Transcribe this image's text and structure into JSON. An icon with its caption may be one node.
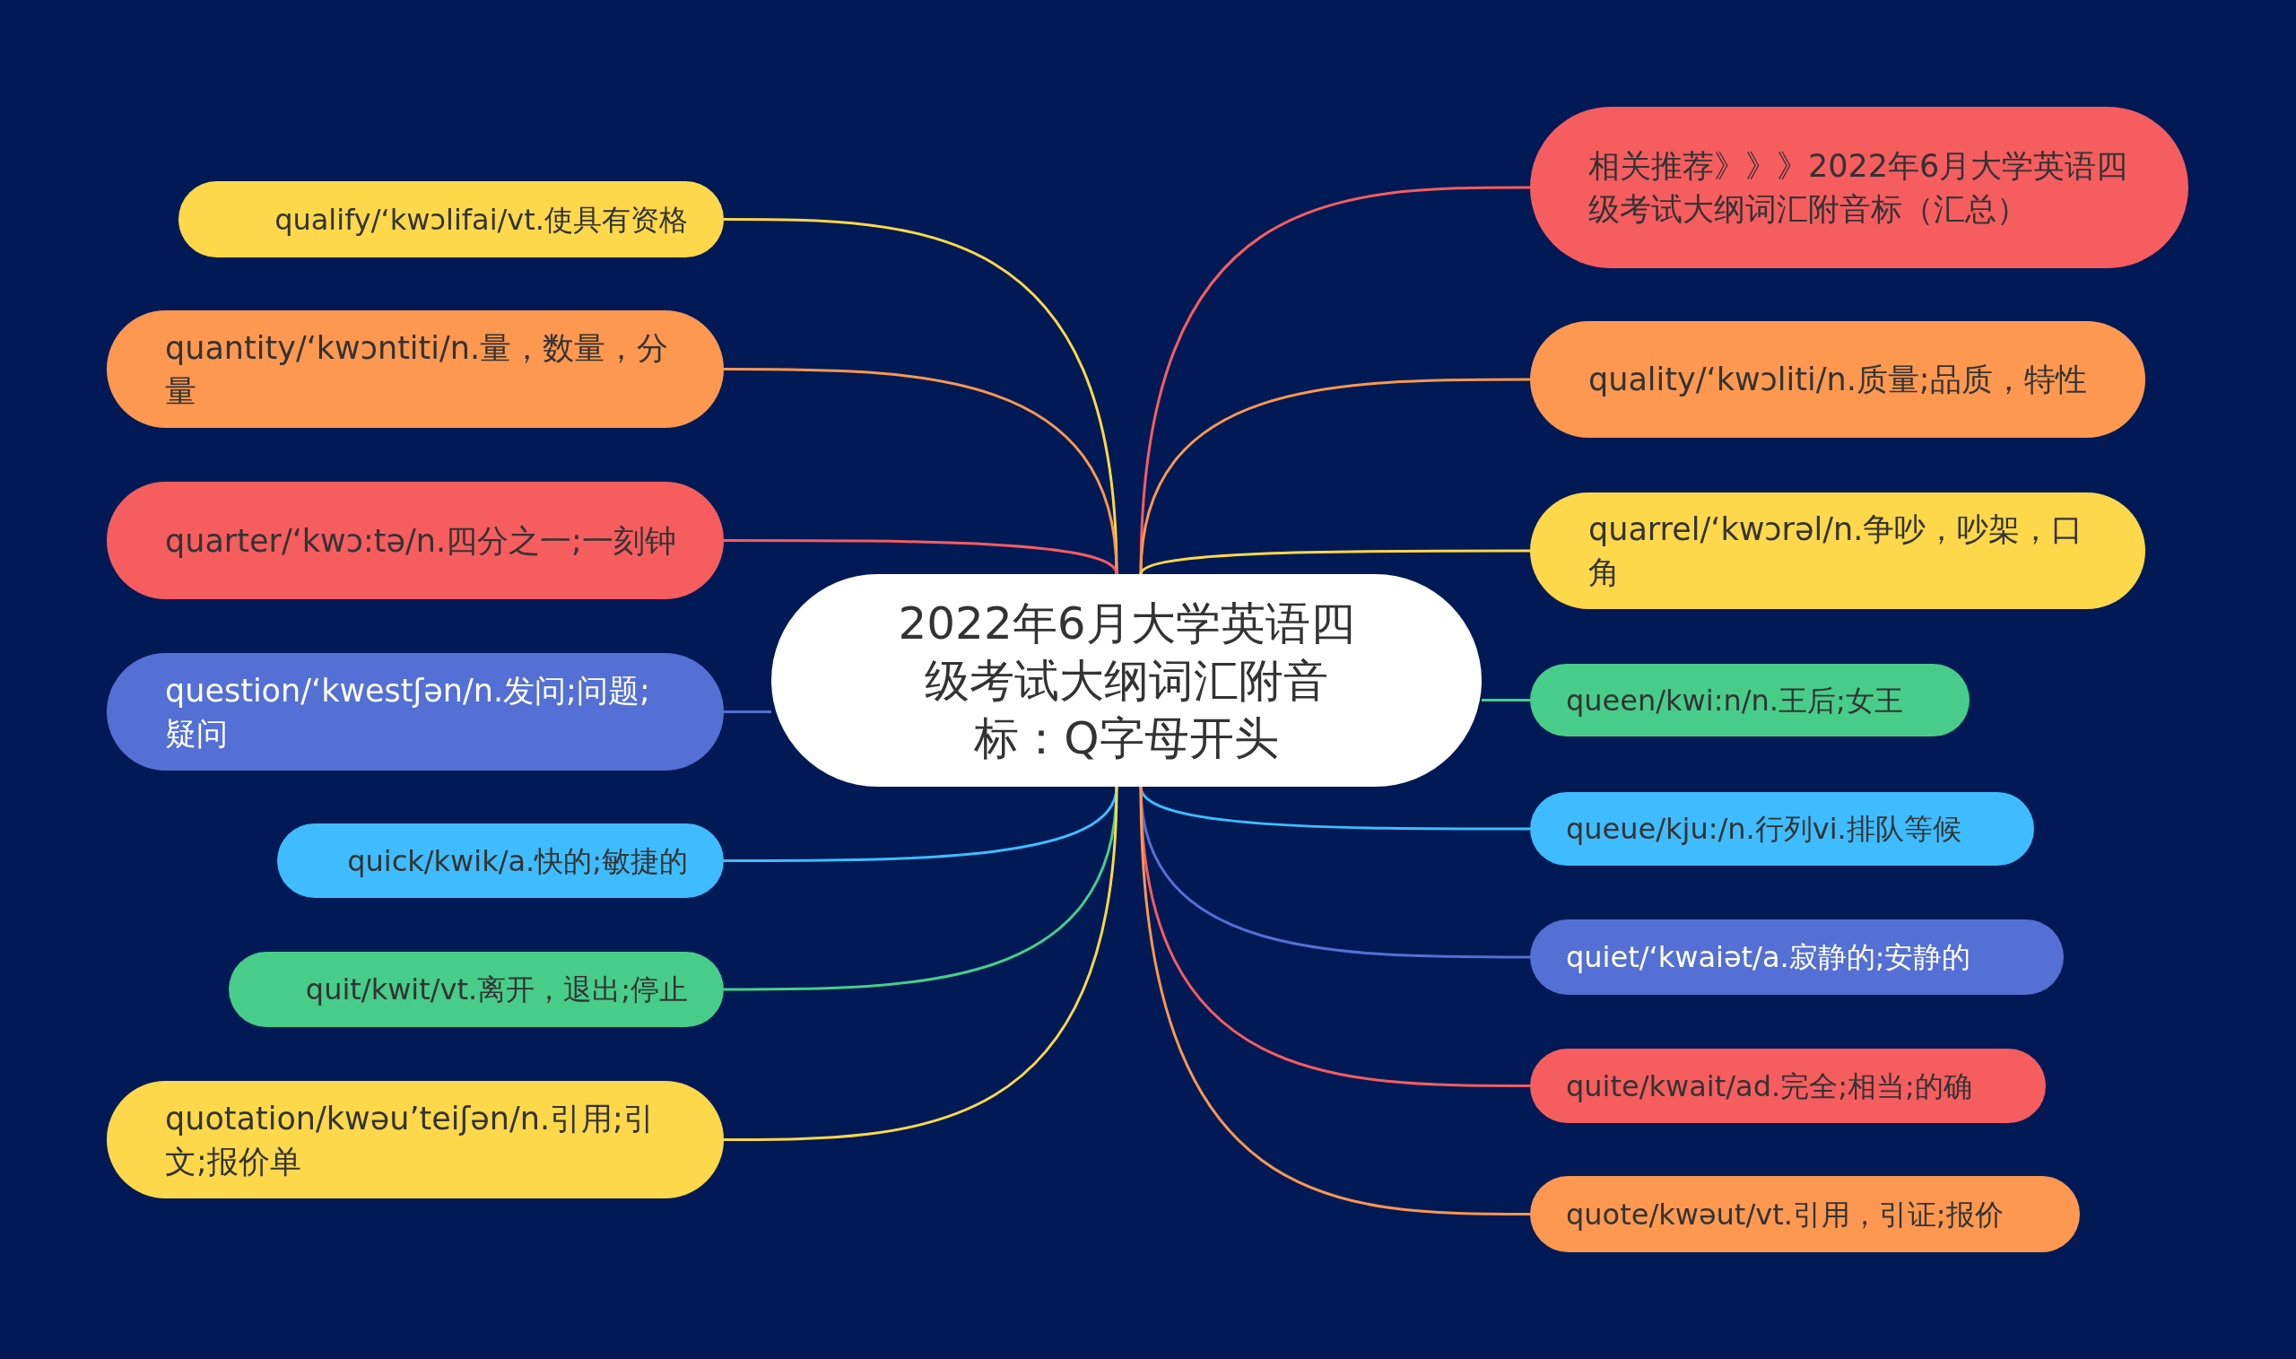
{
  "diagram": {
    "nodes": [
      {
        "text": [
          "2022年6月大学英语四级考试大纲词汇附音标：Q字母开头"
        ]
      },
      {
        "text": [
          "qualify/‘kwɔlifai/vt.使具有资格"
        ]
      },
      {
        "text": [
          "quantity/‘kwɔntiti/n.量，数量，分量"
        ]
      },
      {
        "text": [
          "quarter/‘kwɔ:tə/n.四分之一;一刻钟"
        ]
      },
      {
        "text": [
          "question/‘kwestʃən/n.发问;问题;疑问"
        ]
      },
      {
        "text": [
          "quick/kwik/a.快的;敏捷的"
        ]
      },
      {
        "text": [
          "quit/kwit/vt.离开，退出;停止"
        ]
      },
      {
        "text": [
          "quotation/kwəu’teiʃən/n.引用;引文;报价单"
        ]
      },
      {
        "text": [
          "相关推荐》》》2022年6月大学英语四级考试大纲词汇附音标（汇总）"
        ]
      },
      {
        "text": [
          "quality/‘kwɔliti/n.质量;品质，特性"
        ]
      },
      {
        "text": [
          "quarrel/‘kwɔrəl/n.争吵，吵架，口角"
        ]
      },
      {
        "text": [
          "queen/kwi:n/n.王后;女王"
        ]
      },
      {
        "text": [
          "queue/kju:/n.行列vi.排队等候"
        ]
      },
      {
        "text": [
          "quiet/‘kwaiət/a.寂静的;安静的"
        ]
      },
      {
        "text": [
          "quite/kwait/ad.完全;相当;的确"
        ]
      },
      {
        "text": [
          "quote/kwəut/vt.引用，引证;报价"
        ]
      }
    ],
    "edges": [
      {
        "from": 0,
        "to": 1,
        "arrow": "none",
        "color": "#fdd84a"
      },
      {
        "from": 0,
        "to": 2,
        "arrow": "none",
        "color": "#fd9850"
      },
      {
        "from": 0,
        "to": 3,
        "arrow": "none",
        "color": "#f65d5f"
      },
      {
        "from": 0,
        "to": 4,
        "arrow": "none",
        "color": "#5470d4"
      },
      {
        "from": 0,
        "to": 5,
        "arrow": "none",
        "color": "#3fbcfd"
      },
      {
        "from": 0,
        "to": 6,
        "arrow": "none",
        "color": "#47cd89"
      },
      {
        "from": 0,
        "to": 7,
        "arrow": "none",
        "color": "#fdd84a"
      },
      {
        "from": 0,
        "to": 8,
        "arrow": "none",
        "color": "#f65d5f"
      },
      {
        "from": 0,
        "to": 9,
        "arrow": "none",
        "color": "#fd9850"
      },
      {
        "from": 0,
        "to": 10,
        "arrow": "none",
        "color": "#fdd84a"
      },
      {
        "from": 0,
        "to": 11,
        "arrow": "none",
        "color": "#47cd89"
      },
      {
        "from": 0,
        "to": 12,
        "arrow": "none",
        "color": "#3fbcfd"
      },
      {
        "from": 0,
        "to": 13,
        "arrow": "none",
        "color": "#5470d4"
      },
      {
        "from": 0,
        "to": 14,
        "arrow": "none",
        "color": "#f65d5f"
      },
      {
        "from": 0,
        "to": 15,
        "arrow": "none",
        "color": "#fd9850"
      }
    ]
  }
}
